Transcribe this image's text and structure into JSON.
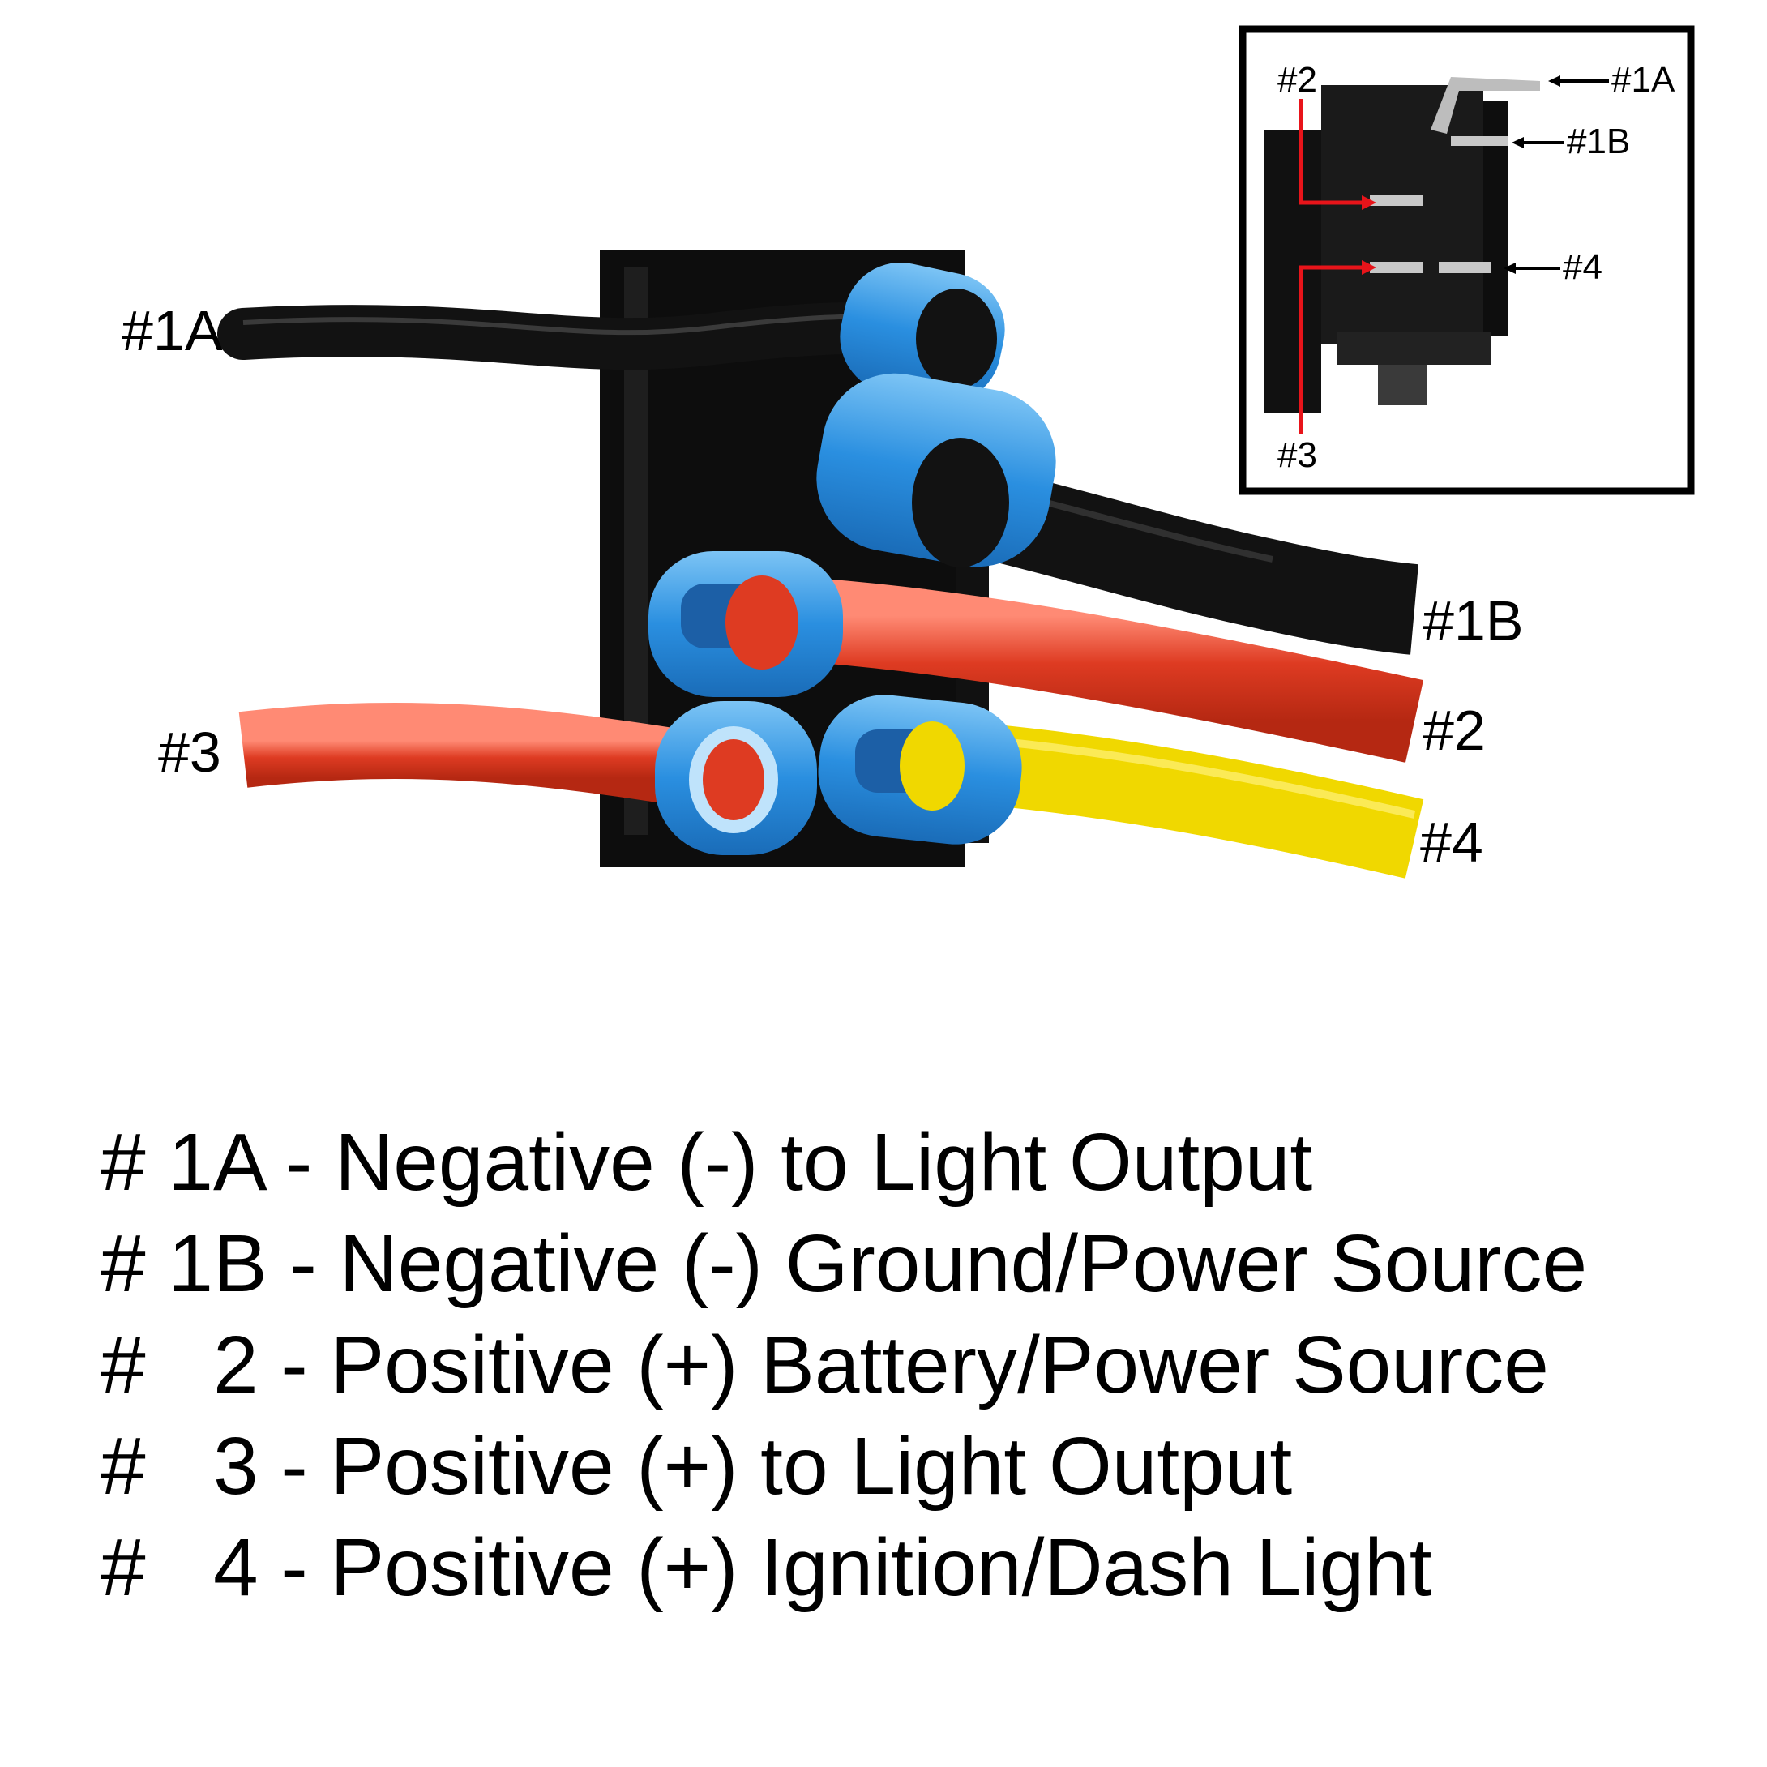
{
  "wire_labels": {
    "t1a": "#1A",
    "t1b": "#1B",
    "t2": "#2",
    "t3": "#3",
    "t4": "#4"
  },
  "inset_labels": {
    "t1a": "#1A",
    "t1b": "#1B",
    "t2": "#2",
    "t3": "#3",
    "t4": "#4"
  },
  "legend": [
    "# 1A - Negative (-) to Light Output",
    "# 1B - Negative (-) Ground/Power Source",
    "#   2 - Positive (+) Battery/Power Source",
    "#   3 - Positive (+) to Light Output",
    "#   4 - Positive (+) Ignition/Dash Light"
  ],
  "colors": {
    "wire_black": "#121212",
    "wire_red": "#de3b22",
    "wire_yellow": "#f0d800",
    "connector_blue": "#2a8fe0",
    "switch_body": "#0d0d0d",
    "pointer_red": "#e8141a"
  }
}
